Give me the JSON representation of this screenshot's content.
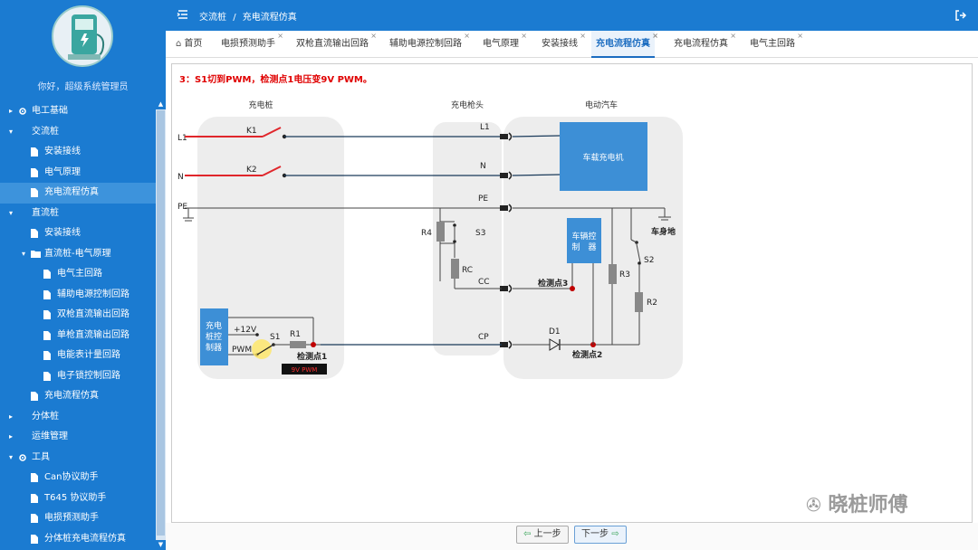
{
  "sidebar": {
    "greeting": "你好，超级系统管理员",
    "items": [
      {
        "label": "电工基础",
        "level": 0,
        "icon": "gear-icon",
        "arrow": "▸"
      },
      {
        "label": "交流桩",
        "level": 0,
        "icon": "",
        "arrow": "▾"
      },
      {
        "label": "安装接线",
        "level": 1,
        "icon": "file-icon"
      },
      {
        "label": "电气原理",
        "level": 1,
        "icon": "file-icon"
      },
      {
        "label": "充电流程仿真",
        "level": 1,
        "icon": "file-icon",
        "active": true
      },
      {
        "label": "直流桩",
        "level": 0,
        "icon": "",
        "arrow": "▾"
      },
      {
        "label": "安装接线",
        "level": 1,
        "icon": "file-icon"
      },
      {
        "label": "直流桩-电气原理",
        "level": 1,
        "icon": "folder-icon",
        "arrow": "▾"
      },
      {
        "label": "电气主回路",
        "level": 2,
        "icon": "file-icon"
      },
      {
        "label": "辅助电源控制回路",
        "level": 2,
        "icon": "file-icon"
      },
      {
        "label": "双枪直流输出回路",
        "level": 2,
        "icon": "file-icon"
      },
      {
        "label": "单枪直流输出回路",
        "level": 2,
        "icon": "file-icon"
      },
      {
        "label": "电能表计量回路",
        "level": 2,
        "icon": "file-icon"
      },
      {
        "label": "电子锁控制回路",
        "level": 2,
        "icon": "file-icon"
      },
      {
        "label": "充电流程仿真",
        "level": 1,
        "icon": "file-icon"
      },
      {
        "label": "分体桩",
        "level": 0,
        "icon": "",
        "arrow": "▸"
      },
      {
        "label": "运维管理",
        "level": 0,
        "icon": "",
        "arrow": "▸"
      },
      {
        "label": "工具",
        "level": 0,
        "icon": "gear-icon",
        "arrow": "▾"
      },
      {
        "label": "Can协议助手",
        "level": 1,
        "icon": "file-icon"
      },
      {
        "label": "T645 协议助手",
        "level": 1,
        "icon": "file-icon"
      },
      {
        "label": "电损预测助手",
        "level": 1,
        "icon": "file-icon"
      },
      {
        "label": "分体桩充电流程仿真",
        "level": 1,
        "icon": "file-icon"
      }
    ]
  },
  "header": {
    "breadcrumb_root": "交流桩",
    "breadcrumb_sep": "/",
    "breadcrumb_leaf": "充电流程仿真"
  },
  "tabs": [
    {
      "label": "首页",
      "icon": "home-icon",
      "closable": false
    },
    {
      "label": "电损预测助手",
      "closable": true
    },
    {
      "label": "双枪直流输出回路",
      "closable": true
    },
    {
      "label": "辅助电源控制回路",
      "closable": true
    },
    {
      "label": "电气原理",
      "closable": true
    },
    {
      "label": "安装接线",
      "closable": true
    },
    {
      "label": "充电流程仿真",
      "closable": true,
      "active": true
    },
    {
      "label": "充电流程仿真",
      "closable": true
    },
    {
      "label": "电气主回路",
      "closable": true
    }
  ],
  "step": {
    "text": "3：S1切到PWM，检测点1电压变9V PWM。",
    "color": "#e00000"
  },
  "diagram": {
    "section_pile": "充电桩",
    "section_gun": "充电枪头",
    "section_ev": "电动汽车",
    "L1": "L1",
    "N": "N",
    "PE": "PE",
    "K1": "K1",
    "K2": "K2",
    "gun_L1": "L1",
    "gun_N": "N",
    "gun_PE": "PE",
    "gun_CC": "CC",
    "gun_CP": "CP",
    "R4": "R4",
    "S3": "S3",
    "RC": "RC",
    "charger": "车载充电机",
    "vehicle_ctrl_1": "车辆控",
    "vehicle_ctrl_2": "制　器",
    "body_ground": "车身地",
    "R3": "R3",
    "S2": "S2",
    "R2": "R2",
    "D1": "D1",
    "detect3": "检测点3",
    "detect2": "检测点2",
    "detect1": "检测点1",
    "pile_ctrl_1": "充电",
    "pile_ctrl_2": "桩控",
    "pile_ctrl_3": "制器",
    "plus12": "+12V",
    "pwm": "PWM",
    "S1": "S1",
    "R1": "R1",
    "display": "9V PWM",
    "colors": {
      "red": "#e0262b",
      "blue_box": "#3d8fd6",
      "panel": "#ededed",
      "dot": "#c00000"
    }
  },
  "footer": {
    "prev_label": "上一步",
    "next_label": "下一步"
  },
  "watermark": "晓桩师傅"
}
